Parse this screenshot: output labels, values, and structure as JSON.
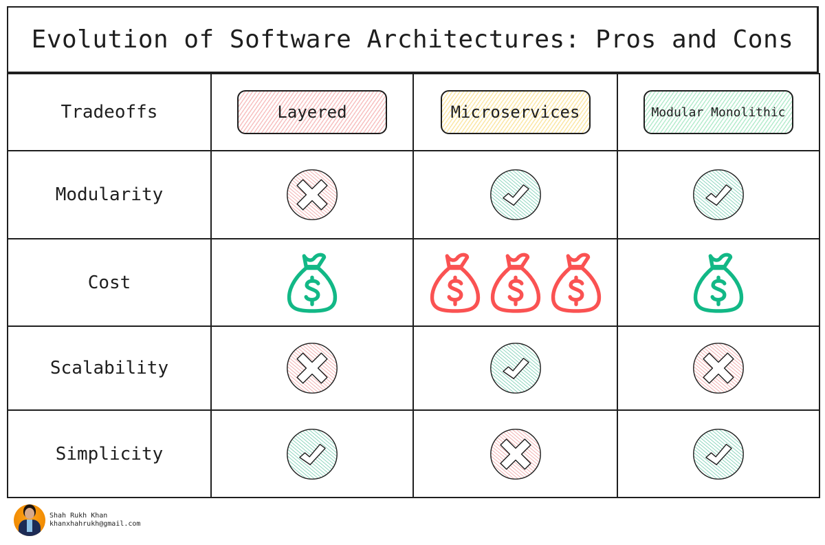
{
  "title": "Evolution of Software Architectures: Pros and Cons",
  "header": {
    "label": "Tradeoffs",
    "columns": [
      {
        "label": "Layered",
        "color": "red"
      },
      {
        "label": "Microservices",
        "color": "yellow"
      },
      {
        "label": "Modular Monolithic",
        "color": "green"
      }
    ]
  },
  "rows": [
    {
      "label": "Modularity",
      "values": [
        "cross",
        "check",
        "check"
      ]
    },
    {
      "label": "Cost",
      "values": [
        "1 green money bag",
        "3 red money bags",
        "1 green money bag"
      ]
    },
    {
      "label": "Scalability",
      "values": [
        "cross",
        "check",
        "cross"
      ]
    },
    {
      "label": "Simplicity",
      "values": [
        "check",
        "cross",
        "check"
      ]
    }
  ],
  "colors": {
    "pro_fill": "#9fdcc8",
    "con_fill": "#f2a5a5",
    "cheap": "#12b886",
    "expensive": "#fa5252",
    "border": "#1e1e1e"
  },
  "author": {
    "name": "Shah Rukh Khan",
    "email": "khanxhahrukh@gmail.com"
  }
}
